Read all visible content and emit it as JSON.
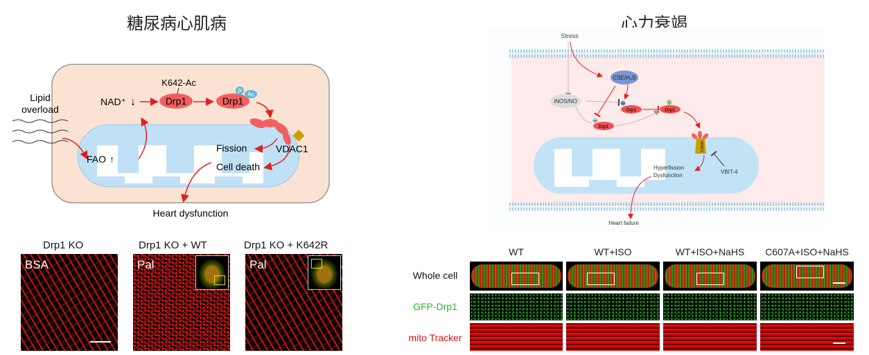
{
  "left": {
    "title": "糖尿病心肌病",
    "lipid": [
      "Lipid",
      "overload"
    ],
    "nad": "NAD⁺",
    "k642": "K642-Ac",
    "drp1": "Drp1",
    "p": "P",
    "ac": "Ac",
    "fao": "FAO",
    "fission": "Fission",
    "cell_death": "Cell death",
    "vdac1": "VDAC1",
    "heart_dysfunction": "Heart dysfunction",
    "panels": [
      {
        "header": "Drp1 KO",
        "tag": "BSA"
      },
      {
        "header": "Drp1 KO + WT",
        "tag": "Pal"
      },
      {
        "header": "Drp1 KO + K642R",
        "tag": "Pal"
      }
    ]
  },
  "right": {
    "title": "心力衰竭",
    "stress": "Stress",
    "cse": "CSE/H₂S",
    "inos": "iNOS/NO",
    "drp1": "Drp1",
    "sh": "SH",
    "no": "NO",
    "p": "P",
    "vdac1": "VDAC1",
    "hyperfission": "Hyperfission",
    "dysfunction": "Dysfunction",
    "vbit": "VBIT-4",
    "heart_failure": "Heart failure",
    "columns": [
      "WT",
      "WT+ISO",
      "WT+ISO+NaHS",
      "C607A+ISO+NaHS"
    ],
    "rows": [
      {
        "label": "Whole cell",
        "color": "#111111"
      },
      {
        "label": "GFP-Drp1",
        "color": "#2bb52b"
      },
      {
        "label": "mito Tracker",
        "color": "#e01010"
      }
    ]
  }
}
